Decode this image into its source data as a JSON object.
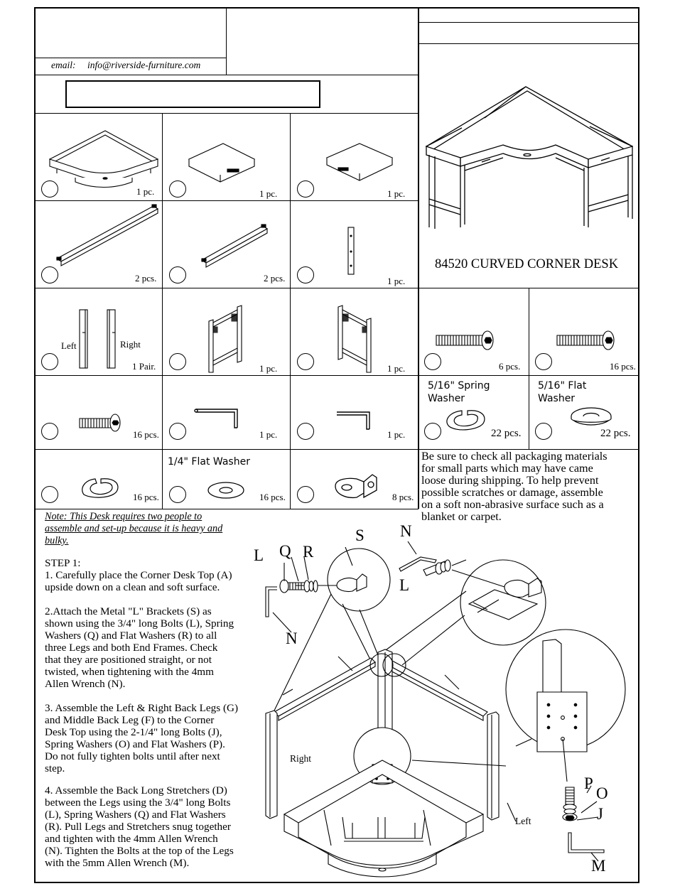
{
  "header": {
    "email_label": "email:",
    "email_value": "info@riverside-furniture.com"
  },
  "product": {
    "title": "84520 CURVED CORNER DESK"
  },
  "parts": [
    {
      "id": "A",
      "qty": "1 pc."
    },
    {
      "id": "B",
      "qty": "1 pc."
    },
    {
      "id": "C",
      "qty": "1 pc."
    },
    {
      "id": "D",
      "qty": "2 pcs."
    },
    {
      "id": "E",
      "qty": "2 pcs."
    },
    {
      "id": "F",
      "qty": "1 pc."
    },
    {
      "id": "G",
      "qty": "1 Pair.",
      "left_label": "Left",
      "right_label": "Right"
    },
    {
      "id": "H",
      "qty": "1 pc."
    },
    {
      "id": "I",
      "qty": "1 pc."
    },
    {
      "id": "J",
      "qty": "6 pcs."
    },
    {
      "id": "L",
      "qty": "16 pcs."
    },
    {
      "id": "K",
      "qty": "16 pcs."
    },
    {
      "id": "M",
      "qty": "1 pc."
    },
    {
      "id": "N",
      "qty": "1 pc."
    },
    {
      "id": "O",
      "qty": "22 pcs.",
      "title": "5/16\" Spring\nWasher"
    },
    {
      "id": "P",
      "qty": "22 pcs.",
      "title": "5/16\" Flat\nWasher"
    },
    {
      "id": "Q",
      "qty": "16 pcs."
    },
    {
      "id": "R",
      "qty": "16 pcs.",
      "title": "1/4\" Flat Washer"
    },
    {
      "id": "S",
      "qty": "8 pcs."
    }
  ],
  "notice": "Be sure to check all packaging materials\nfor small parts which may have came\nloose during shipping.  To help prevent\npossible scratches or damage, assemble\non a soft non-abrasive surface such as a\nblanket or carpet.",
  "note": "Note:  This Desk requires two people to\nassemble and set-up because it is heavy and\nbulky.",
  "steps": {
    "heading": "STEP 1:",
    "s1": "1.  Carefully place the Corner Desk Top (A)\nupside down on a clean and soft surface.",
    "s2": "2.Attach the Metal \"L\" Brackets (S) as\nshown using the 3/4\" long Bolts (L), Spring\nWashers (Q) and Flat Washers (R) to all\nthree Legs and both End Frames.  Check\nthat they are positioned straight, or not\ntwisted, when tightening with the 4mm\nAllen Wrench (N).",
    "s3": "3. Assemble the Left & Right Back Legs (G)\nand Middle Back Leg (F) to the Corner\nDesk Top using the 2-1/4\" long Bolts (J),\nSpring Washers (O) and Flat Washers (P).\nDo not fully tighten bolts until after next\nstep.",
    "s4": "4. Assemble the Back Long Stretchers (D)\nbetween the Legs using the 3/4\" long Bolts\n(L), Spring Washers (Q) and Flat Washers\n(R).  Pull Legs and Stretchers snug together\nand tighten with the 4mm Allen Wrench\n(N).  Tighten the Bolts at the top of the Legs\nwith the 5mm Allen Wrench (M)."
  },
  "diagram_labels": {
    "L1": "L",
    "Q": "Q",
    "R": "R",
    "S": "S",
    "N1": "N",
    "N2": "N",
    "L2": "L",
    "right": "Right",
    "left": "Left",
    "P": "P",
    "O": "O",
    "J": "J",
    "M": "M"
  }
}
